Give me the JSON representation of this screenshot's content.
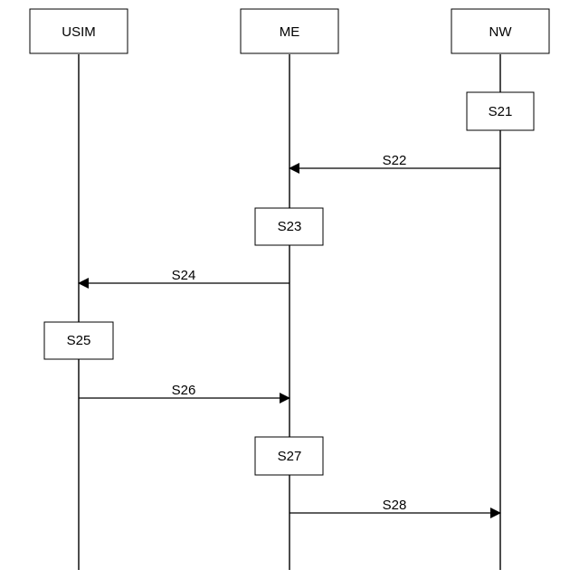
{
  "participants": [
    {
      "id": "usim",
      "label": "USIM"
    },
    {
      "id": "me",
      "label": "ME"
    },
    {
      "id": "nw",
      "label": "NW"
    }
  ],
  "steps": [
    {
      "kind": "process",
      "at": "nw",
      "label": "S21"
    },
    {
      "kind": "message",
      "from": "nw",
      "to": "me",
      "label": "S22"
    },
    {
      "kind": "process",
      "at": "me",
      "label": "S23"
    },
    {
      "kind": "message",
      "from": "me",
      "to": "usim",
      "label": "S24"
    },
    {
      "kind": "process",
      "at": "usim",
      "label": "S25"
    },
    {
      "kind": "message",
      "from": "usim",
      "to": "me",
      "label": "S26"
    },
    {
      "kind": "process",
      "at": "me",
      "label": "S27"
    },
    {
      "kind": "message",
      "from": "me",
      "to": "nw",
      "label": "S28"
    }
  ]
}
